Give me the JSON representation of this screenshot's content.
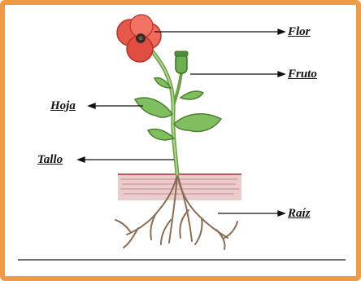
{
  "labels": {
    "flower": "Flor",
    "fruit": "Fruto",
    "leaf": "Hoja",
    "stem": "Tallo",
    "root": "Raíz"
  },
  "colors": {
    "frame": "#ef9a45",
    "petal": "#e8584a",
    "stem": "#8fc46a",
    "leaf": "#7fbf5f",
    "soil": "#c98888",
    "root": "#8a6d52"
  }
}
